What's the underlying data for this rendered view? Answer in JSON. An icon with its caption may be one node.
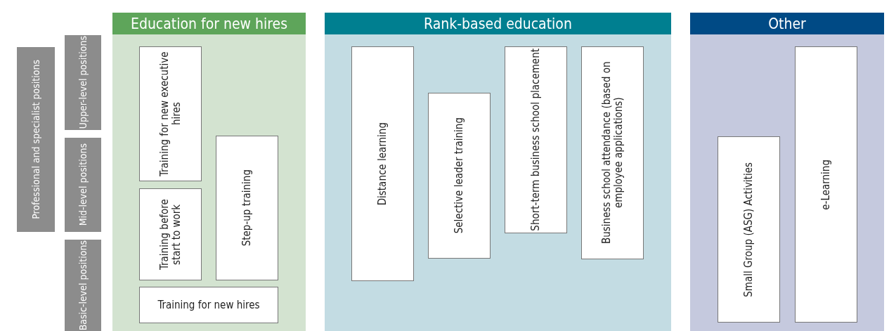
{
  "diagram": {
    "nodes": [
      {
        "text": [
          "Professional and specialist positions"
        ]
      },
      {
        "text": [
          "Upper-level positions"
        ]
      },
      {
        "text": [
          "Mid-level positions"
        ]
      },
      {
        "text": [
          "Basic-level positions"
        ]
      },
      {
        "text": [
          "Education for new hires"
        ]
      },
      {
        "text": [
          "Training for new executive hires"
        ],
        "in": 4
      },
      {
        "text": [
          "Step-up training"
        ],
        "in": 4
      },
      {
        "text": [
          "Training before start to work"
        ],
        "in": 4
      },
      {
        "text": [
          "Training for new hires"
        ],
        "in": 4
      },
      {
        "text": [
          "Rank-based education"
        ]
      },
      {
        "text": [
          "Distance learning"
        ],
        "in": 9
      },
      {
        "text": [
          "Selective leader training"
        ],
        "in": 9
      },
      {
        "text": [
          "Short-term business school placement"
        ],
        "in": 9
      },
      {
        "text": [
          "Business school attendance (based on employee applications)"
        ],
        "in": 9
      },
      {
        "text": [
          "Other"
        ]
      },
      {
        "text": [
          "Small Group (ASG) Activities"
        ],
        "in": 14
      },
      {
        "text": [
          "e-Learning"
        ],
        "in": 14
      }
    ]
  }
}
